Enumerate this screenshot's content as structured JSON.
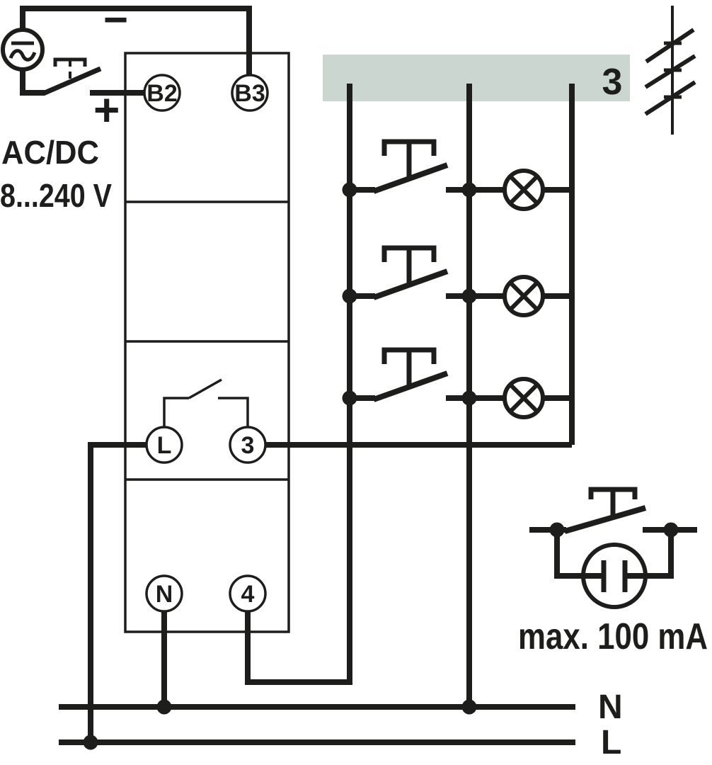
{
  "labels": {
    "supply_type": "AC/DC",
    "supply_range": "8...240 V",
    "polarity_minus": "−",
    "polarity_plus": "+",
    "bus_conductor_count": "3",
    "load_note": "max. 100 mA",
    "mains_neutral": "N",
    "mains_line": "L"
  },
  "terminals": {
    "b2": "B2",
    "b3": "B3",
    "l": "L",
    "out3": "3",
    "n": "N",
    "out4": "4"
  },
  "colors": {
    "line": "#1d1d1b",
    "bus_bar": "#cbd6d1"
  }
}
